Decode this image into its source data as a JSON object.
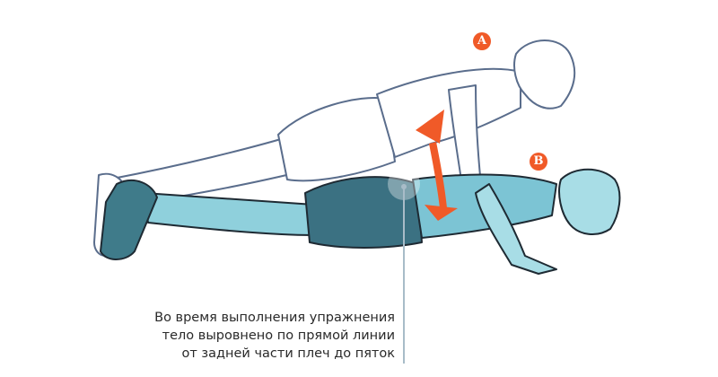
{
  "illustration": {
    "subject": "push-up exercise",
    "positions": [
      {
        "label": "A",
        "description": "upper position, arms extended"
      },
      {
        "label": "B",
        "description": "lower position, chest near floor"
      }
    ],
    "colors": {
      "outline": "#5a6d8c",
      "body_fill": "#8fd0dc",
      "shorts": "#3b7182",
      "shoe": "#3f7b8a",
      "arrow": "#f05a28",
      "badge": "#f05a28",
      "pointer_line": "#a8bcc8"
    }
  },
  "caption": {
    "lines": [
      "Во время выполнения упражнения",
      "тело выровнено по прямой линии",
      "от задней части плеч до пяток"
    ]
  }
}
